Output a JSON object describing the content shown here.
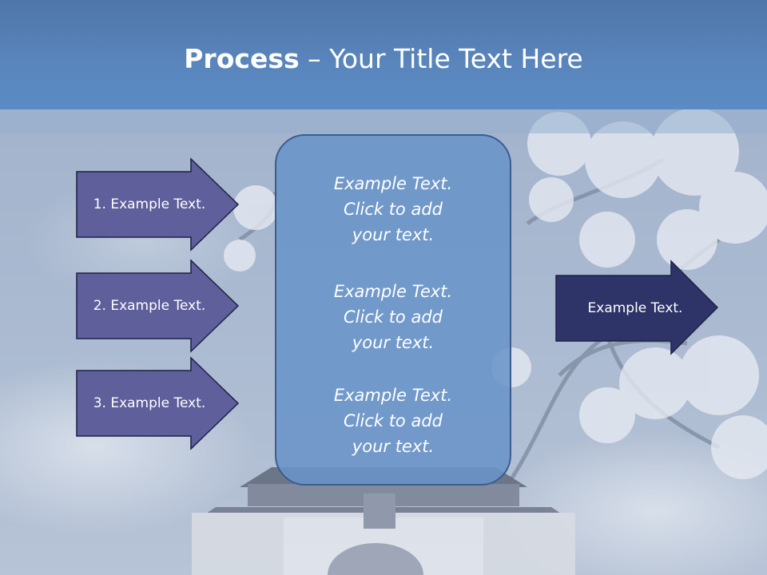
{
  "title": {
    "bold": "Process",
    "rest": " – Your Title Text Here"
  },
  "left_arrows": [
    {
      "label": "1. Example Text."
    },
    {
      "label": "2. Example Text."
    },
    {
      "label": "3. Example Text."
    }
  ],
  "center_panel": {
    "blocks": [
      {
        "lines": [
          "Example Text.",
          "Click  to add",
          "your text."
        ]
      },
      {
        "lines": [
          "Example Text.",
          "Click  to add",
          "your text."
        ]
      },
      {
        "lines": [
          "Example Text.",
          "Click  to add",
          "your text."
        ]
      }
    ]
  },
  "right_arrow": {
    "label": "Example Text."
  },
  "colors": {
    "title_band": "#5b8ac4",
    "left_arrow_fill": "#5e5f9b",
    "right_arrow_fill": "#2e3368",
    "arrow_outline": "#1e2147",
    "panel_fill": "#6994c8"
  }
}
